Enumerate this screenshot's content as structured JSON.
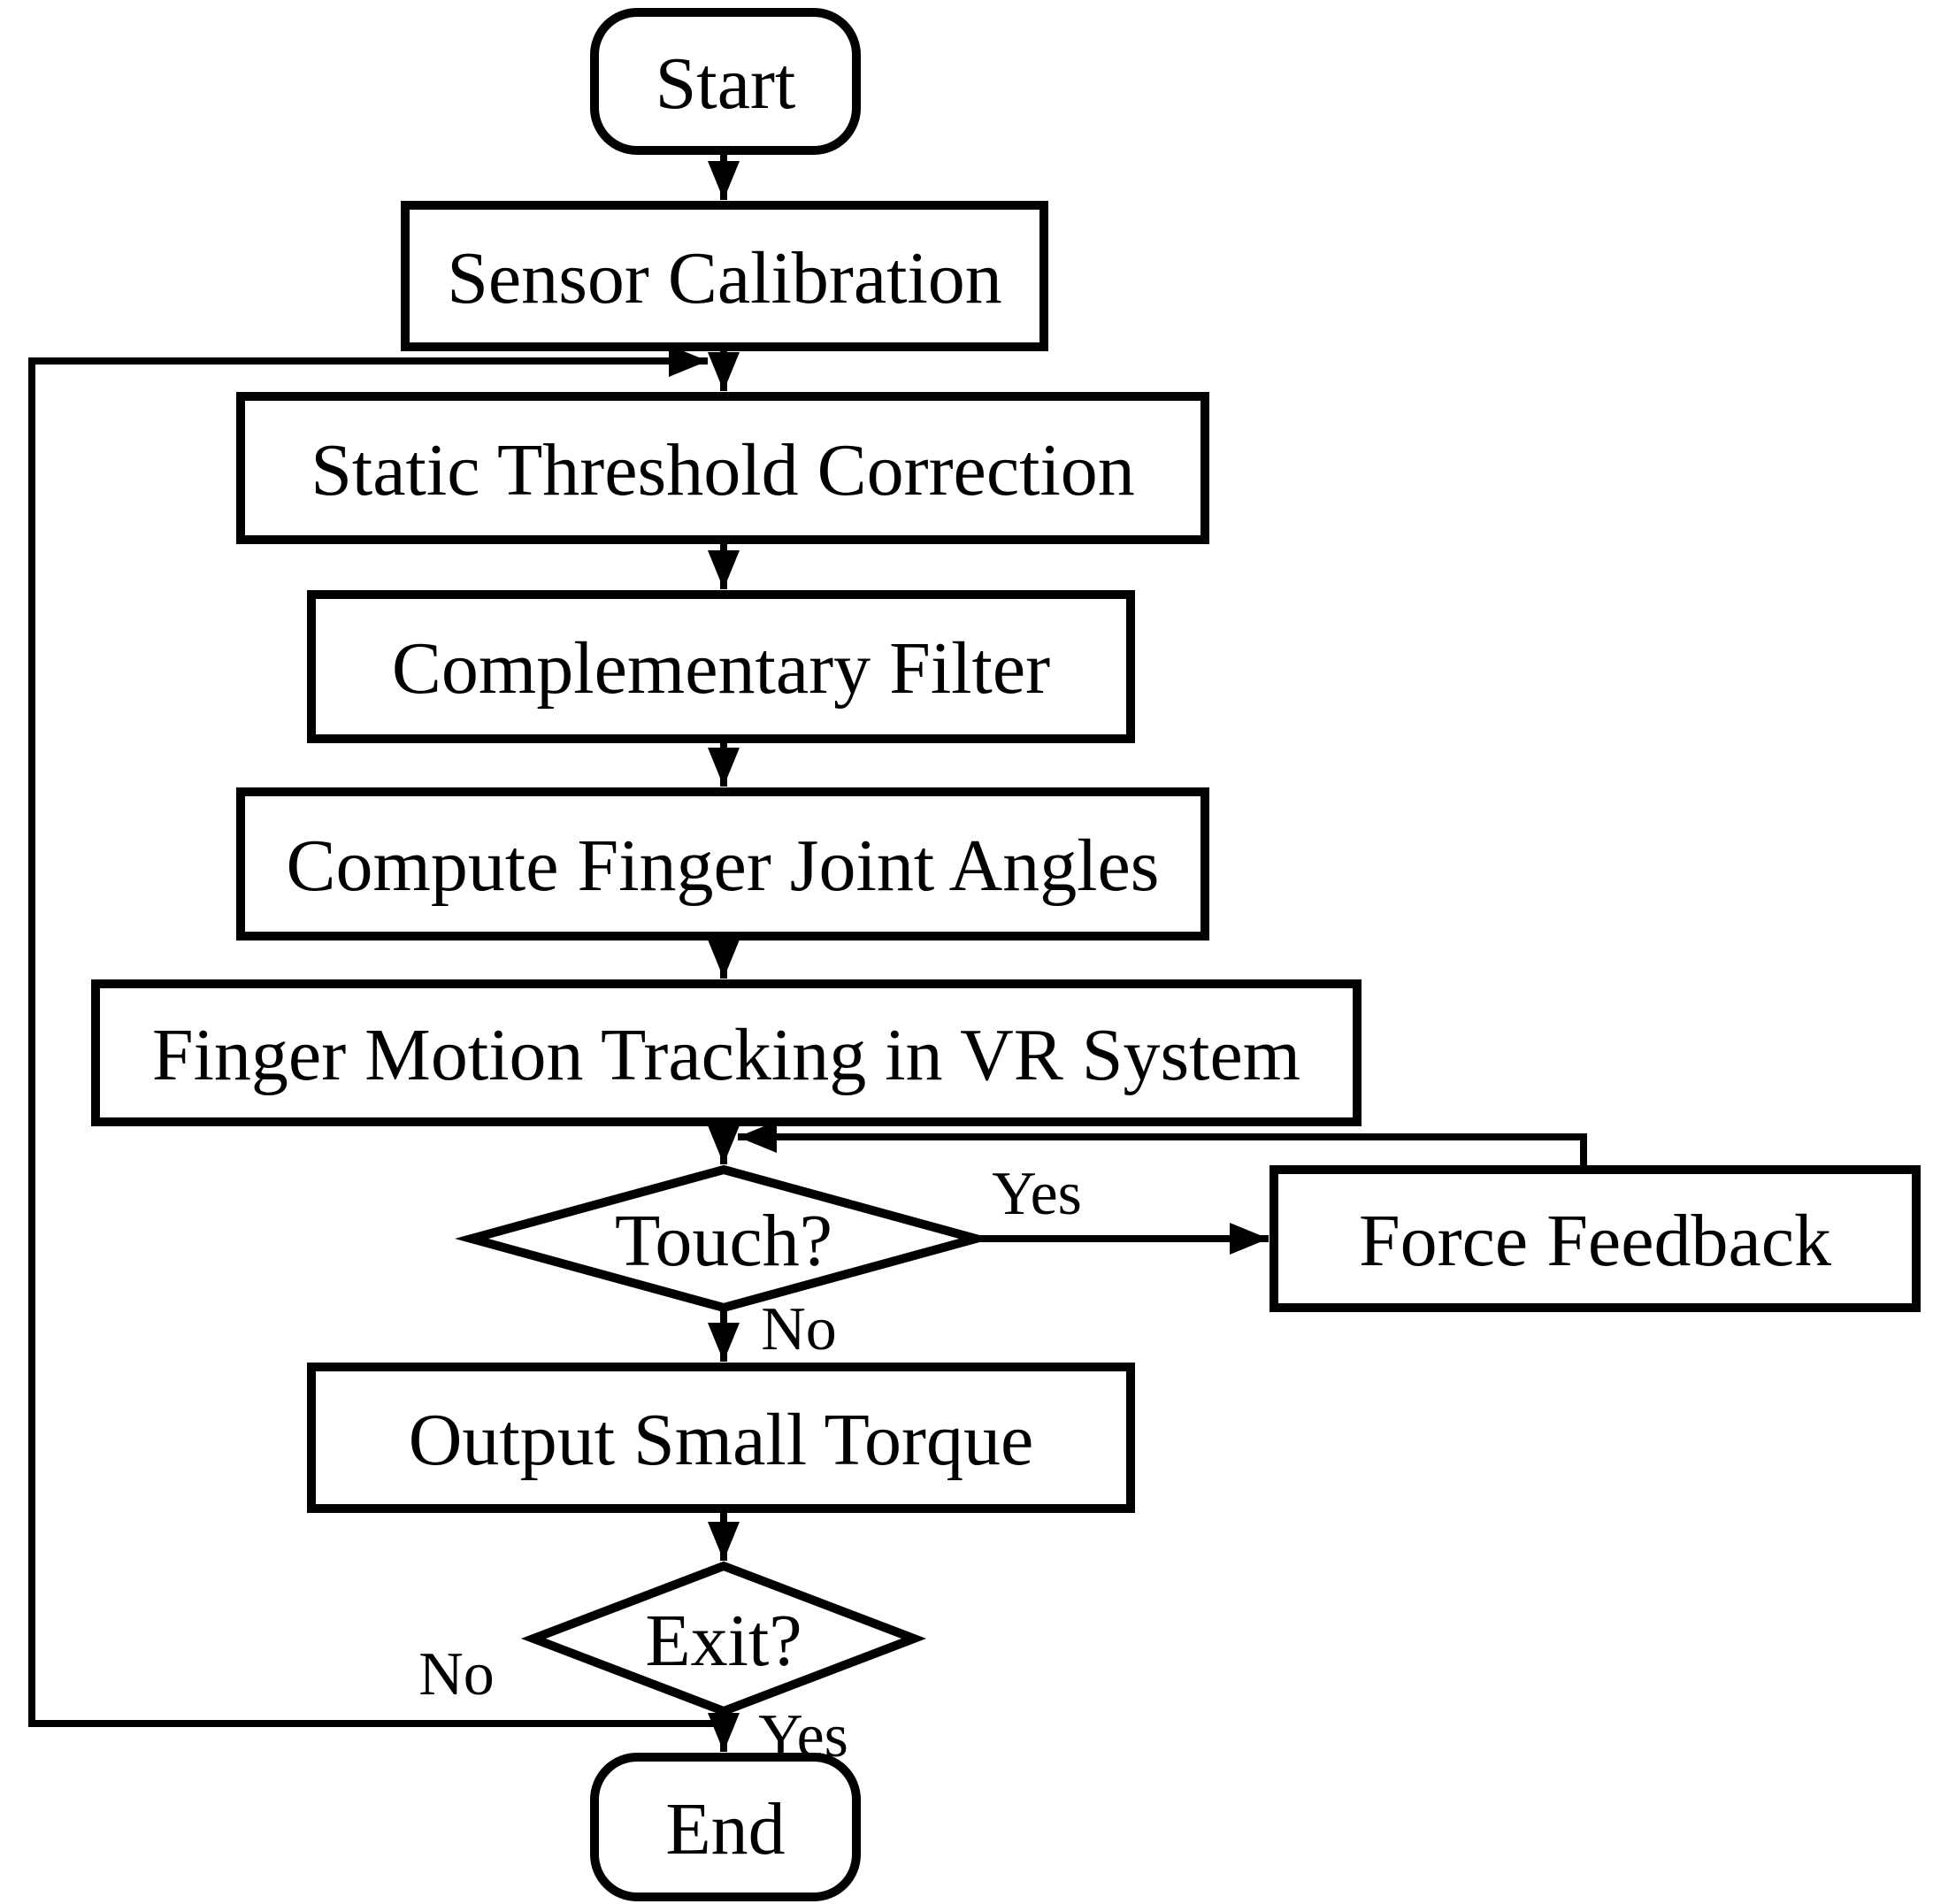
{
  "diagram": {
    "title": "VR finger tracking and force feedback flowchart",
    "colors": {
      "background": "#ffffff",
      "line": "#000000",
      "text": "#000000"
    },
    "nodes": {
      "start": {
        "label": "Start",
        "type": "terminator"
      },
      "sensor_calibration": {
        "label": "Sensor Calibration",
        "type": "process"
      },
      "static_threshold_correction": {
        "label": "Static Threshold Correction",
        "type": "process"
      },
      "complementary_filter": {
        "label": "Complementary Filter",
        "type": "process"
      },
      "compute_finger_joint_angles": {
        "label": "Compute Finger Joint Angles",
        "type": "process"
      },
      "finger_motion_tracking": {
        "label": "Finger Motion Tracking in VR System",
        "type": "process"
      },
      "touch_decision": {
        "label": "Touch?",
        "type": "decision"
      },
      "force_feedback": {
        "label": "Force Feedback",
        "type": "process"
      },
      "output_small_torque": {
        "label": "Output Small Torque",
        "type": "process"
      },
      "exit_decision": {
        "label": "Exit?",
        "type": "decision"
      },
      "end": {
        "label": "End",
        "type": "terminator"
      }
    },
    "edge_labels": {
      "touch_yes": "Yes",
      "touch_no": "No",
      "exit_no": "No",
      "exit_yes": "Yes"
    },
    "edges": [
      {
        "from": "Start",
        "to": "Sensor Calibration",
        "label": ""
      },
      {
        "from": "Sensor Calibration",
        "to": "Static Threshold Correction",
        "label": ""
      },
      {
        "from": "Static Threshold Correction",
        "to": "Complementary Filter",
        "label": ""
      },
      {
        "from": "Complementary Filter",
        "to": "Compute Finger Joint Angles",
        "label": ""
      },
      {
        "from": "Compute Finger Joint Angles",
        "to": "Finger Motion Tracking in VR System",
        "label": ""
      },
      {
        "from": "Finger Motion Tracking in VR System",
        "to": "Touch?",
        "label": ""
      },
      {
        "from": "Touch?",
        "to": "Force Feedback",
        "label": "Yes"
      },
      {
        "from": "Force Feedback",
        "to": "Touch?",
        "label": ""
      },
      {
        "from": "Touch?",
        "to": "Output Small Torque",
        "label": "No"
      },
      {
        "from": "Output Small Torque",
        "to": "Exit?",
        "label": ""
      },
      {
        "from": "Exit?",
        "to": "Static Threshold Correction",
        "label": "No"
      },
      {
        "from": "Exit?",
        "to": "End",
        "label": "Yes"
      }
    ]
  }
}
